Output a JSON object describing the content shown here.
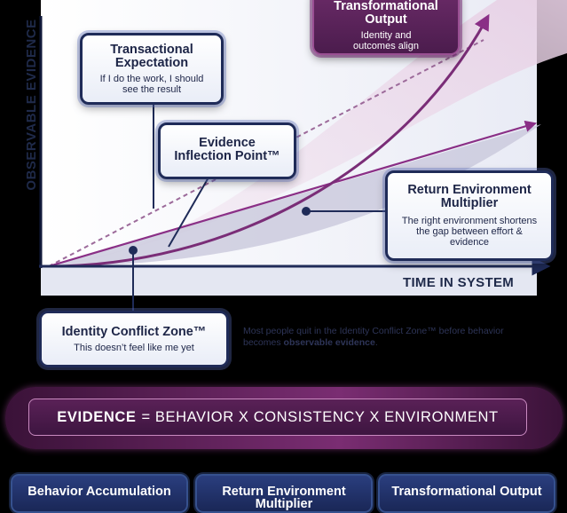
{
  "axes": {
    "y_label": "OBSERVABLE EVIDENCE",
    "x_label": "TIME IN SYSTEM"
  },
  "cards": {
    "transformational": {
      "title": "Transformational Output",
      "desc": "Identity and outcomes align"
    },
    "transactional": {
      "title": "Transactional Expectation",
      "desc": "If I do the work, I should see the result"
    },
    "inflection": {
      "title": "Evidence Inflection Point™"
    },
    "return_env": {
      "title": "Return Environment Multiplier",
      "desc": "The right environment shortens the gap between effort & evidence"
    },
    "identity_conflict": {
      "title": "Identity Conflict Zone™",
      "desc": "This doesn’t feel like me yet"
    }
  },
  "note": {
    "before": "Most people quit in the Identity Conflict Zone™ before behavior becomes ",
    "bold": "observable evidence",
    "after": "."
  },
  "formula": {
    "lead": "EVIDENCE",
    "rest": "= BEHAVIOR X CONSISTENCY X ENVIRONMENT"
  },
  "bottom": [
    {
      "label": "Behavior Accumulation"
    },
    {
      "label": "Return Environment Multiplier"
    },
    {
      "label": "Transformational Output"
    }
  ],
  "colors": {
    "accent_purple": "#8a2f86",
    "navy": "#1f2b58",
    "chart_bg": "#f1f2f8"
  }
}
